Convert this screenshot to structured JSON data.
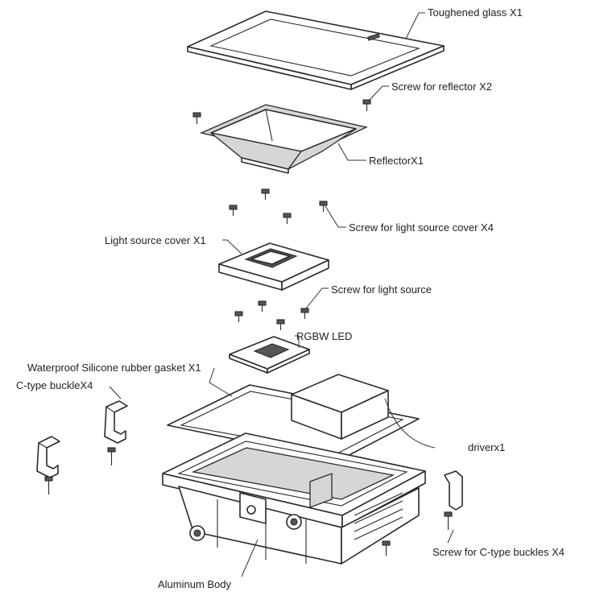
{
  "labels": {
    "glass": "Toughened glass X1",
    "screw_reflector": "Screw for reflector X2",
    "reflector": "ReflectorX1",
    "screw_cover": "Screw for light source cover X4",
    "cover": "Light source cover X1",
    "screw_source": "Screw for light source",
    "led": "RGBW LED",
    "gasket": "Waterproof Silicone rubber gasket X1",
    "buckle": "C-type buckleX4",
    "driver": "driverx1",
    "screw_buckle": "Screw for C-type buckles X4",
    "body": "Aluminum Body"
  }
}
